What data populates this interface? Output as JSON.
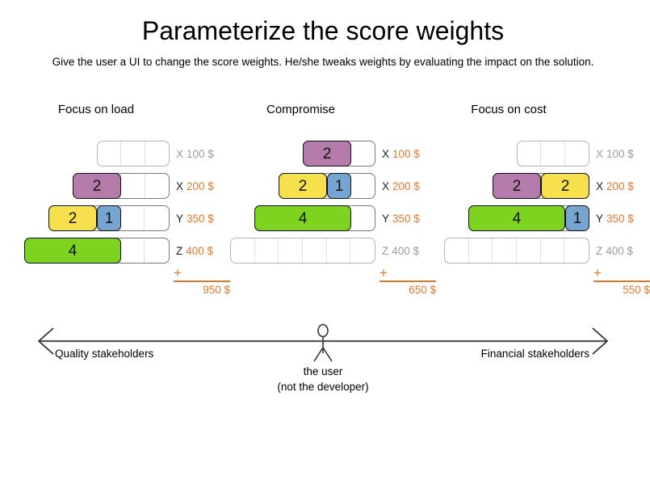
{
  "header": {
    "title": "Parameterize the score weights",
    "subtitle": "Give the user a UI to change the score weights. He/she tweaks weights by evaluating the impact on the solution."
  },
  "colors": {
    "purple": "#b57bab",
    "yellow": "#f7e04e",
    "blue": "#77a5d2",
    "green": "#7ed320",
    "accent_orange": "#e0782c",
    "muted_gray": "#9b9b9b"
  },
  "scenarios": [
    {
      "title": "Focus on load",
      "total_plus": "+",
      "total": "950 $",
      "rows": [
        {
          "letter": "X",
          "price": "100 $",
          "cells": 3,
          "active": false,
          "segments": []
        },
        {
          "letter": "X",
          "price": "200 $",
          "cells": 4,
          "active": true,
          "segments": [
            {
              "color": "purple",
              "value": "2",
              "span": 2
            }
          ]
        },
        {
          "letter": "Y",
          "price": "350 $",
          "cells": 5,
          "active": true,
          "segments": [
            {
              "color": "yellow",
              "value": "2",
              "span": 2
            },
            {
              "color": "blue",
              "value": "1",
              "span": 1
            }
          ]
        },
        {
          "letter": "Z",
          "price": "400 $",
          "cells": 6,
          "active": true,
          "segments": [
            {
              "color": "green",
              "value": "4",
              "span": 4
            }
          ]
        }
      ]
    },
    {
      "title": "Compromise",
      "total_plus": "+",
      "total": "650 $",
      "rows": [
        {
          "letter": "X",
          "price": "100 $",
          "cells": 3,
          "active": true,
          "segments": [
            {
              "color": "purple",
              "value": "2",
              "span": 2
            }
          ]
        },
        {
          "letter": "X",
          "price": "200 $",
          "cells": 4,
          "active": true,
          "segments": [
            {
              "color": "yellow",
              "value": "2",
              "span": 2
            },
            {
              "color": "blue",
              "value": "1",
              "span": 1
            }
          ]
        },
        {
          "letter": "Y",
          "price": "350 $",
          "cells": 5,
          "active": true,
          "segments": [
            {
              "color": "green",
              "value": "4",
              "span": 4
            }
          ]
        },
        {
          "letter": "Z",
          "price": "400 $",
          "cells": 6,
          "active": false,
          "segments": []
        }
      ]
    },
    {
      "title": "Focus on cost",
      "total_plus": "+",
      "total": "550 $",
      "rows": [
        {
          "letter": "X",
          "price": "100 $",
          "cells": 3,
          "active": false,
          "segments": []
        },
        {
          "letter": "X",
          "price": "200 $",
          "cells": 4,
          "active": true,
          "segments": [
            {
              "color": "purple",
              "value": "2",
              "span": 2
            },
            {
              "color": "yellow",
              "value": "2",
              "span": 2
            }
          ]
        },
        {
          "letter": "Y",
          "price": "350 $",
          "cells": 5,
          "active": true,
          "segments": [
            {
              "color": "green",
              "value": "4",
              "span": 4
            },
            {
              "color": "blue",
              "value": "1",
              "span": 1
            }
          ]
        },
        {
          "letter": "Z",
          "price": "400 $",
          "cells": 6,
          "active": false,
          "segments": []
        }
      ]
    }
  ],
  "axis": {
    "left_label": "Quality stakeholders",
    "right_label": "Financial stakeholders",
    "center_line_1": "the user",
    "center_line_2": "(not the developer)"
  }
}
